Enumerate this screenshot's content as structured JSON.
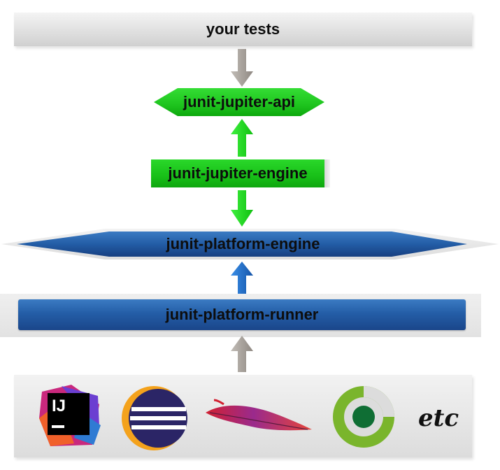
{
  "layers": {
    "tests": "your tests",
    "jupiter_api": "junit-jupiter-api",
    "jupiter_engine": "junit-jupiter-engine",
    "platform_engine": "junit-platform-engine",
    "platform_runner": "junit-platform-runner"
  },
  "tools": {
    "items": [
      "intellij-idea",
      "eclipse",
      "apache-maven-feather",
      "circleci"
    ],
    "more_label": "etc"
  },
  "colors": {
    "jupiter_green": "#1ec41e",
    "platform_blue": "#245ea7",
    "arrow_gray": "#a8a29c",
    "arrow_green": "#1ed81e",
    "arrow_blue": "#1a6fd0"
  }
}
